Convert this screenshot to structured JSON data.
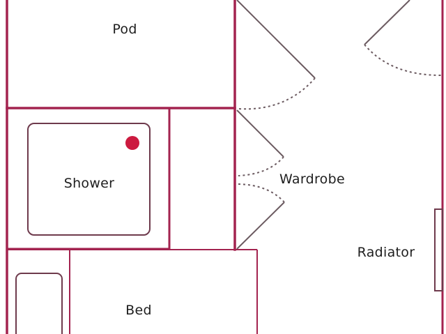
{
  "plan": {
    "colors": {
      "wall": "#a3234f",
      "fixture": "#6e3a4c",
      "door_swing": "#6b5a60",
      "shower_head": "#cc1a3f",
      "text": "#1e1e1e",
      "background": "#ffffff"
    },
    "rooms": {
      "pod": {
        "label": "Pod"
      },
      "shower": {
        "label": "Shower"
      },
      "wardrobe": {
        "label": "Wardrobe"
      },
      "radiator": {
        "label": "Radiator"
      },
      "bed": {
        "label": "Bed"
      }
    }
  }
}
